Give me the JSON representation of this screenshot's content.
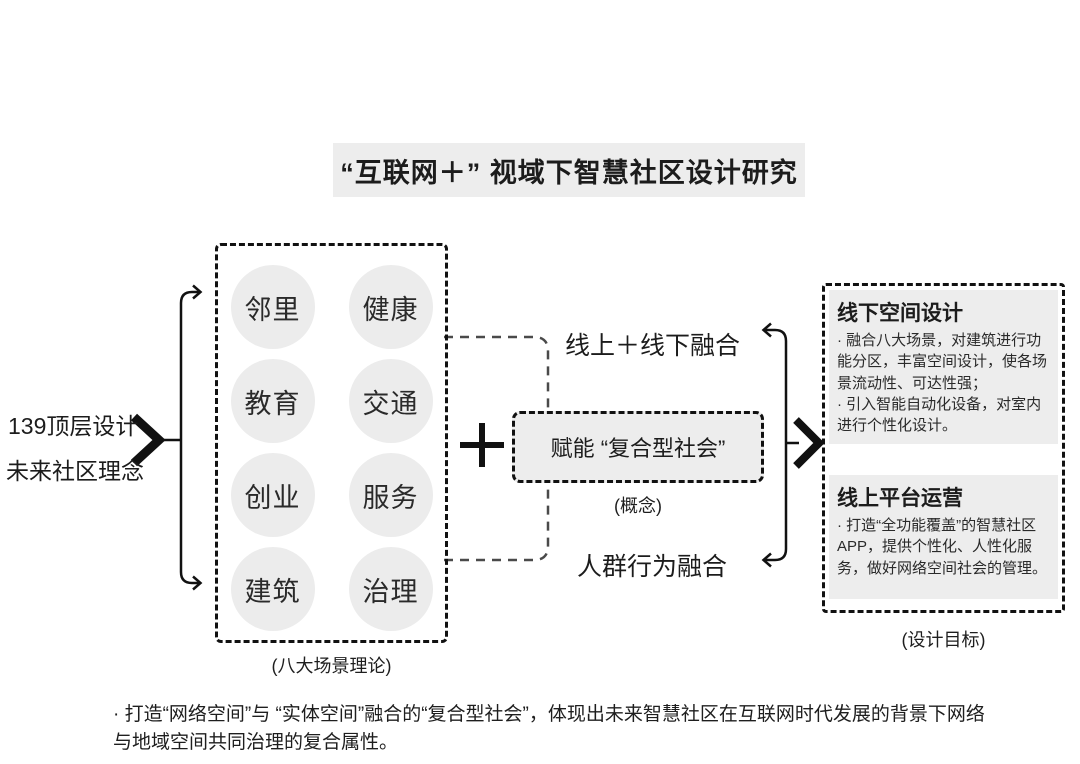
{
  "title": "“互联网＋” 视域下智慧社区设计研究",
  "left_input": {
    "line1": "139顶层设计",
    "line2": "未来社区理念"
  },
  "scene_box": {
    "items": [
      "邻里",
      "健康",
      "教育",
      "交通",
      "创业",
      "服务",
      "建筑",
      "治理"
    ],
    "caption": "(八大场景理论)"
  },
  "concept_box": {
    "label": "赋能 “复合型社会”",
    "caption": "(概念)"
  },
  "connectors": {
    "top_label": "线上＋线下融合",
    "bottom_label": "人群行为融合"
  },
  "design_goals": {
    "sections": [
      {
        "heading": "线下空间设计",
        "bullet1": "· 融合八大场景，对建筑进行功能分区，丰富空间设计，使各场景流动性、可达性强；",
        "bullet2": "· 引入智能自动化设备，对室内进行个性化设计。"
      },
      {
        "heading": "线上平台运营",
        "bullet1": "· 打造“全功能覆盖”的智慧社区APP，提供个性化、人性化服务，做好网络空间社会的管理。",
        "bullet2": ""
      }
    ],
    "caption": "(设计目标)"
  },
  "footnote": {
    "line1": "· 打造“网络空间”与 “实体空间”融合的“复合型社会”，体现出未来智慧社区在互联网时代发展的背景下网络",
    "line2": "与地域空间共同治理的复合属性。"
  },
  "colors": {
    "accent_line": "#111111",
    "dashed_connector": "#4a4a4a",
    "panel_gray": "#ededed",
    "text": "#1c1c1c"
  }
}
